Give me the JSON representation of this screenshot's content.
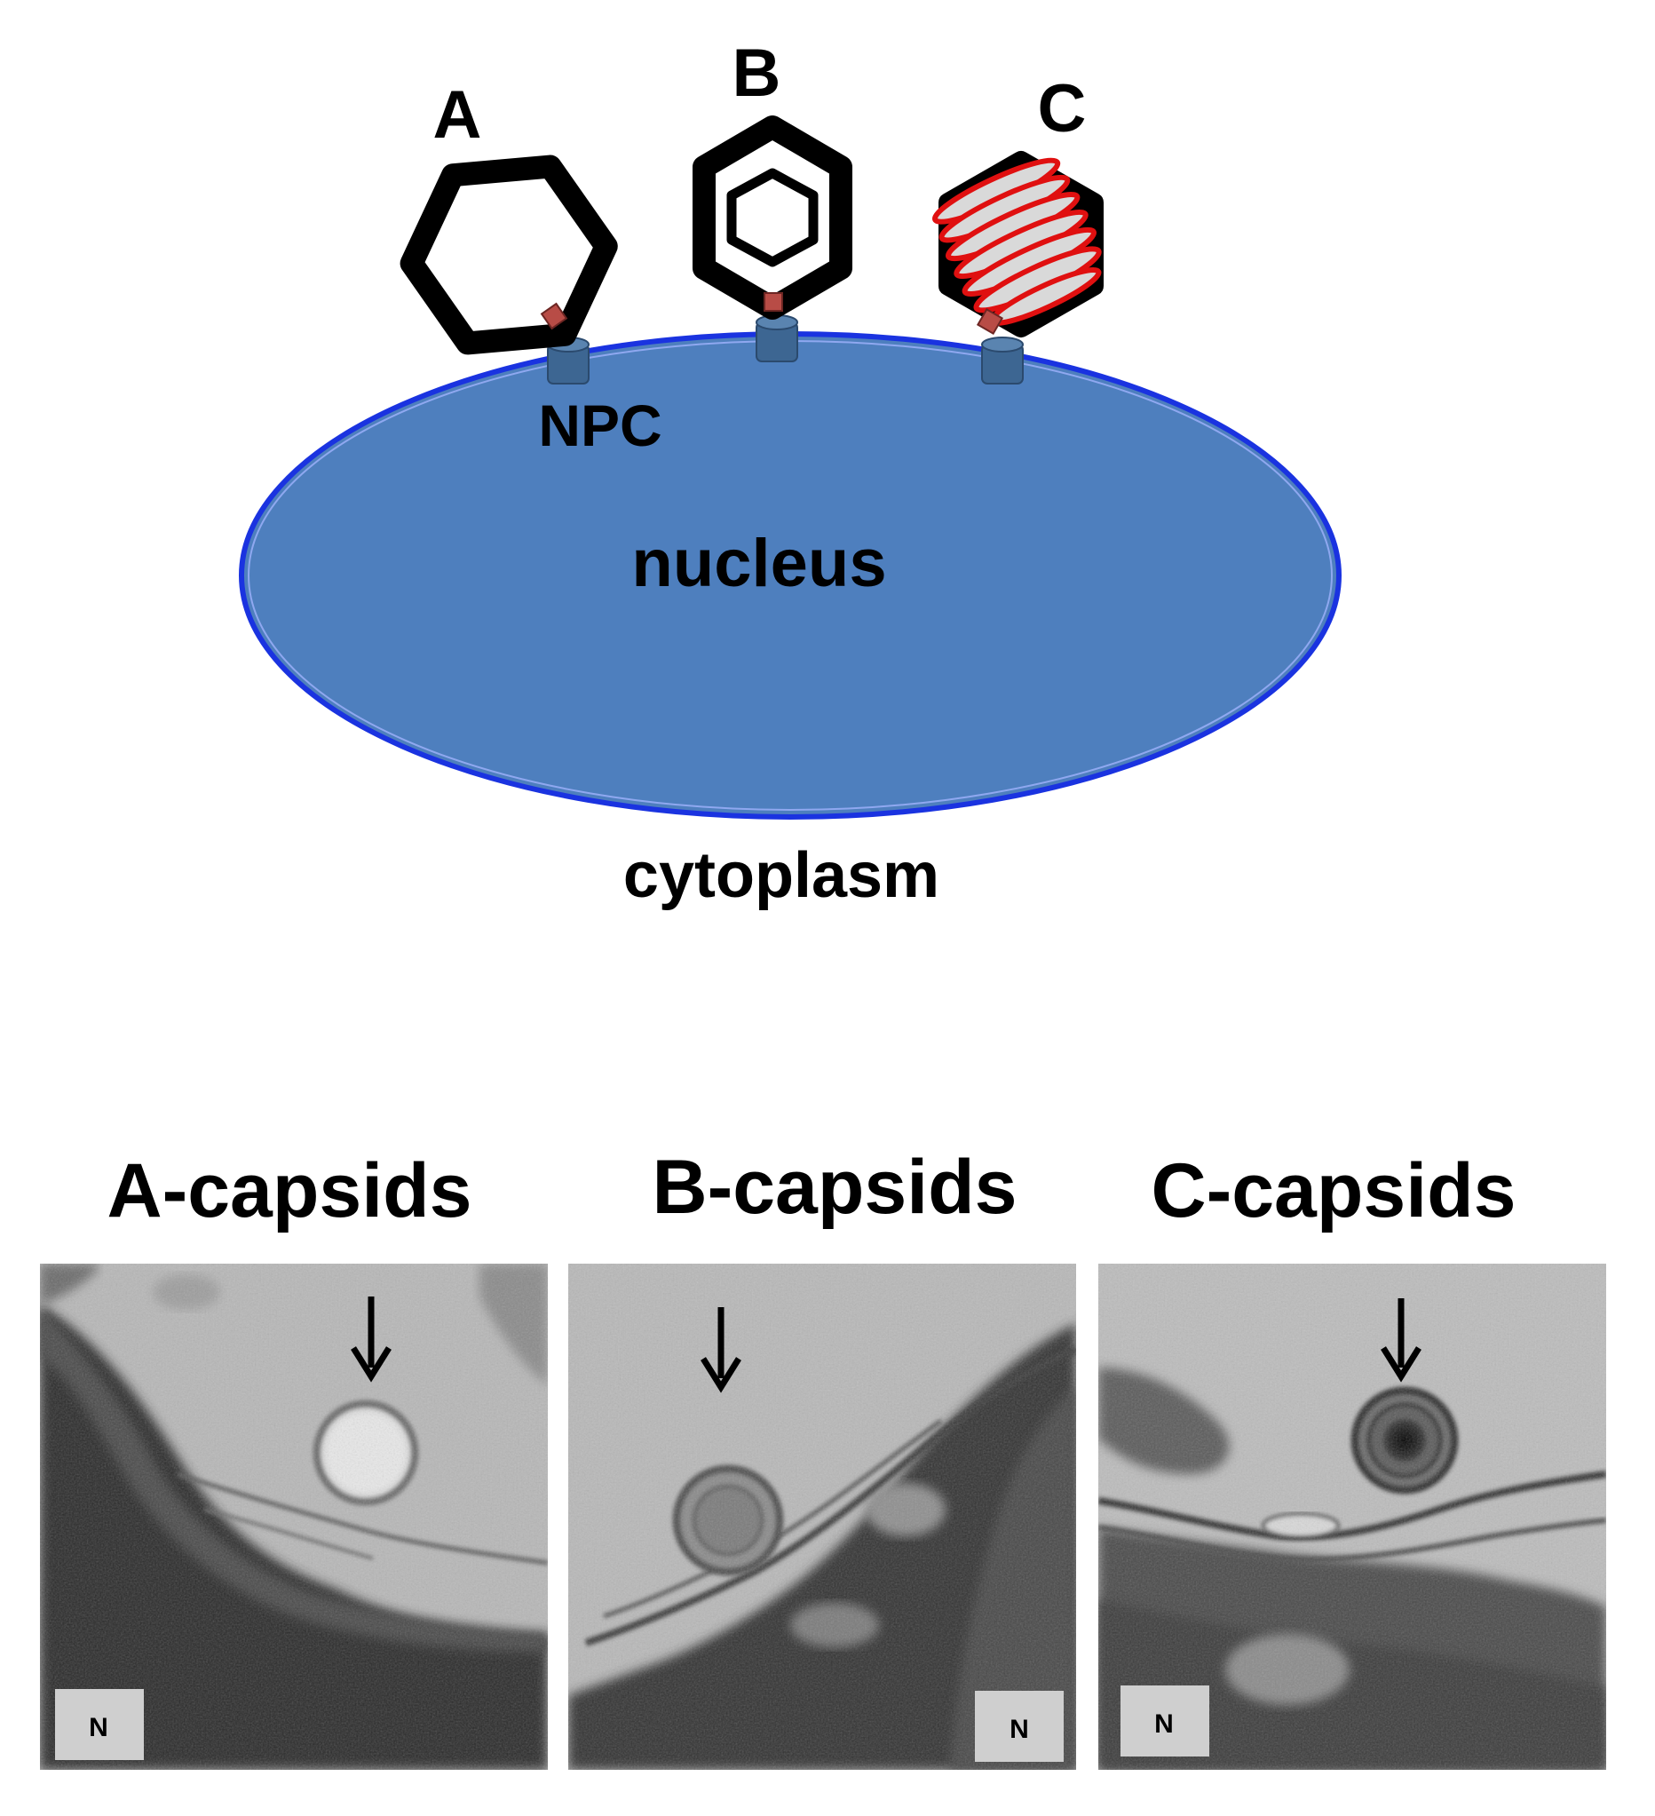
{
  "diagram": {
    "capsid_labels": {
      "a": "A",
      "b": "B",
      "c": "C"
    },
    "npc_label": "NPC",
    "nucleus_label": "nucleus",
    "cytoplasm_label": "cytoplasm",
    "colors": {
      "nucleus_fill": "#4e7fbe",
      "nuclear_envelope": "#1a33e0",
      "npc": "#3d6692",
      "portal": "#b84c46",
      "dna": "#e01010",
      "capsid_shell": "#000000"
    }
  },
  "micrographs": {
    "panels": [
      {
        "title": "A-capsids",
        "marker": "N"
      },
      {
        "title": "B-capsids",
        "marker": "N"
      },
      {
        "title": "C-capsids",
        "marker": "N"
      }
    ]
  }
}
